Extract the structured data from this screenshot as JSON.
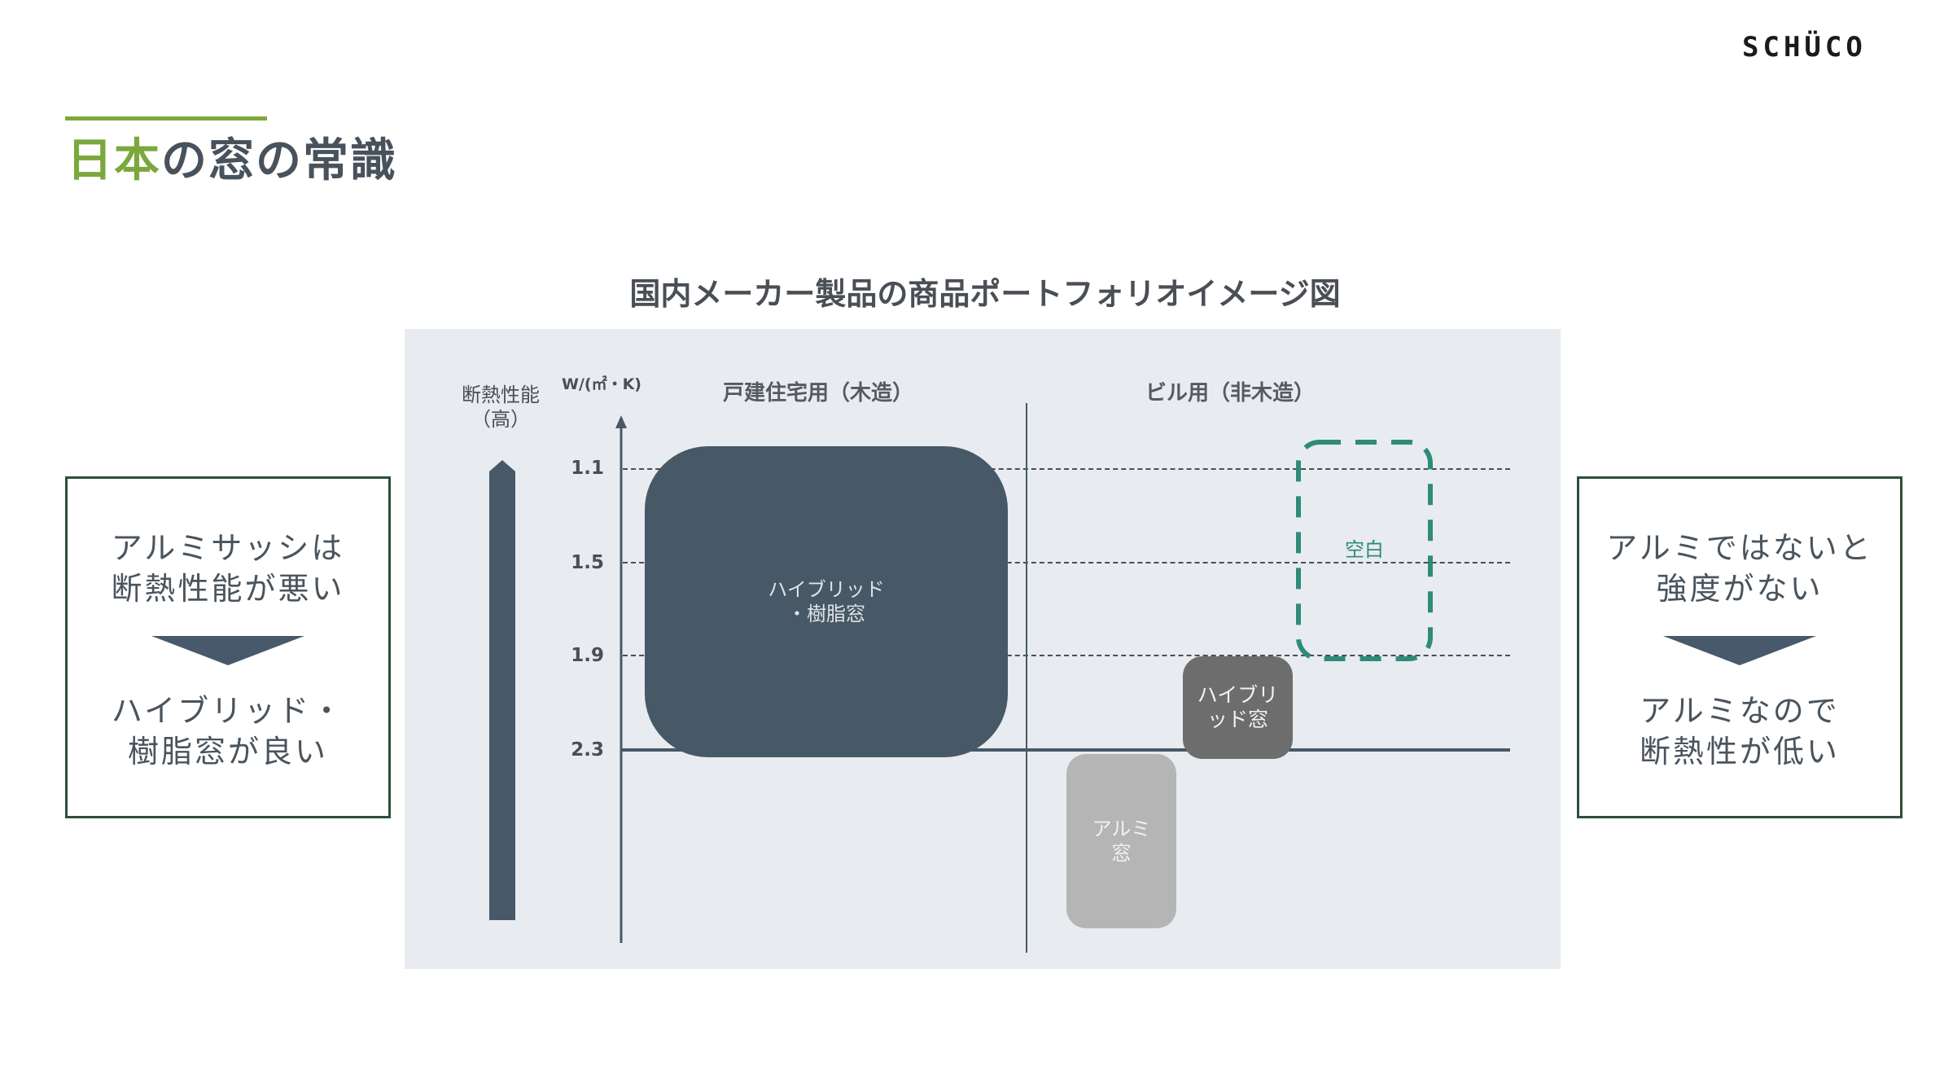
{
  "header": {
    "title_highlight": "日本",
    "title_rest": "の窓の常識",
    "logo": "SCHÜCO",
    "accent_color": "#7fa83a"
  },
  "chart": {
    "title": "国内メーカー製品の商品ポートフォリオイメージ図",
    "gauge_label_line1": "断熱性能",
    "gauge_label_line2": "（高）",
    "unit_label": "W/(㎡・K)",
    "category_wood": "戸建住宅用（木造）",
    "category_building": "ビル用（非木造）",
    "ticks": [
      "1.1",
      "1.5",
      "1.9",
      "2.3"
    ],
    "boxes": {
      "hybrid_resin": {
        "line1": "ハイブリッド",
        "line2": "・樹脂窓",
        "color": "#475866"
      },
      "hybrid": {
        "line1": "ハイブリ",
        "line2": "ッド窓",
        "color": "#6d6d6d"
      },
      "aluminum": {
        "line1": "アルミ",
        "line2": "窓",
        "color": "#b5b5b5"
      },
      "blank": {
        "label": "空白",
        "color": "#2e8b7a"
      }
    }
  },
  "left_box": {
    "top_line1": "アルミサッシは",
    "top_line2": "断熱性能が悪い",
    "bottom_line1": "ハイブリッド・",
    "bottom_line2": "樹脂窓が良い"
  },
  "right_box": {
    "top_line1": "アルミではないと",
    "top_line2": "強度がない",
    "bottom_line1": "アルミなので",
    "bottom_line2": "断熱性が低い"
  },
  "chart_data": {
    "type": "diagram",
    "title": "国内メーカー製品の商品ポートフォリオイメージ図",
    "ylabel": "W/(㎡・K)",
    "yticks": [
      1.1,
      1.5,
      1.9,
      2.3
    ],
    "y_direction": "inverted (lower U-value = higher insulation performance, top)",
    "columns": [
      "戸建住宅用（木造）",
      "ビル用（非木造）"
    ],
    "regions": [
      {
        "name": "ハイブリッド・樹脂窓",
        "column": "戸建住宅用（木造）",
        "u_range": [
          1.0,
          2.3
        ]
      },
      {
        "name": "ハイブリッド窓",
        "column": "ビル用（非木造）",
        "u_range": [
          1.9,
          2.3
        ]
      },
      {
        "name": "アルミ窓",
        "column": "ビル用（非木造）",
        "u_range": [
          2.3,
          3.0
        ]
      },
      {
        "name": "空白",
        "column": "ビル用（非木造）",
        "u_range": [
          1.0,
          1.9
        ],
        "style": "dashed-outline"
      }
    ]
  }
}
